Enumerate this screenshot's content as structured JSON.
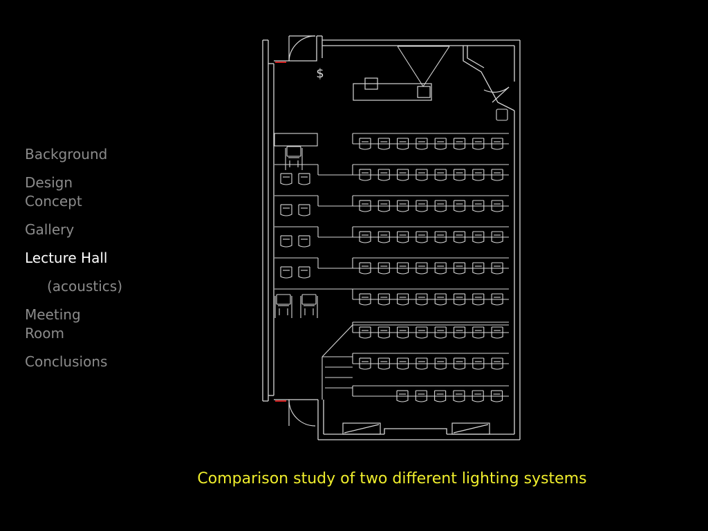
{
  "nav": {
    "items": [
      {
        "label": "Background",
        "active": false,
        "sub": false
      },
      {
        "label": "Design\nConcept",
        "active": false,
        "sub": false
      },
      {
        "label": "Gallery",
        "active": false,
        "sub": false
      },
      {
        "label": "Lecture Hall",
        "active": true,
        "sub": false
      },
      {
        "label": "(acoustics)",
        "active": false,
        "sub": true
      },
      {
        "label": "Meeting\nRoom",
        "active": false,
        "sub": false
      },
      {
        "label": "Conclusions",
        "active": false,
        "sub": false
      }
    ]
  },
  "plan": {
    "switch_symbol": "$",
    "seat_rows": [
      {
        "left_seats": 0,
        "right_seats": 8
      },
      {
        "left_seats": 2,
        "right_seats": 8
      },
      {
        "left_seats": 2,
        "right_seats": 8
      },
      {
        "left_seats": 2,
        "right_seats": 8
      },
      {
        "left_seats": 2,
        "right_seats": 8
      },
      {
        "left_seats": 0,
        "right_seats": 8
      },
      {
        "left_seats": 0,
        "right_seats": 8
      },
      {
        "left_seats": 0,
        "right_seats": 8
      },
      {
        "left_seats": 0,
        "right_seats": 6
      }
    ],
    "wheelchair_spaces": 3
  },
  "caption": "Comparison study of two different lighting systems",
  "colors": {
    "background": "#000000",
    "nav_inactive": "#8c8c8c",
    "nav_active": "#ffffff",
    "caption": "#f0ee2c",
    "lines": "#d9d9d9",
    "door_marks": "#d62020"
  }
}
